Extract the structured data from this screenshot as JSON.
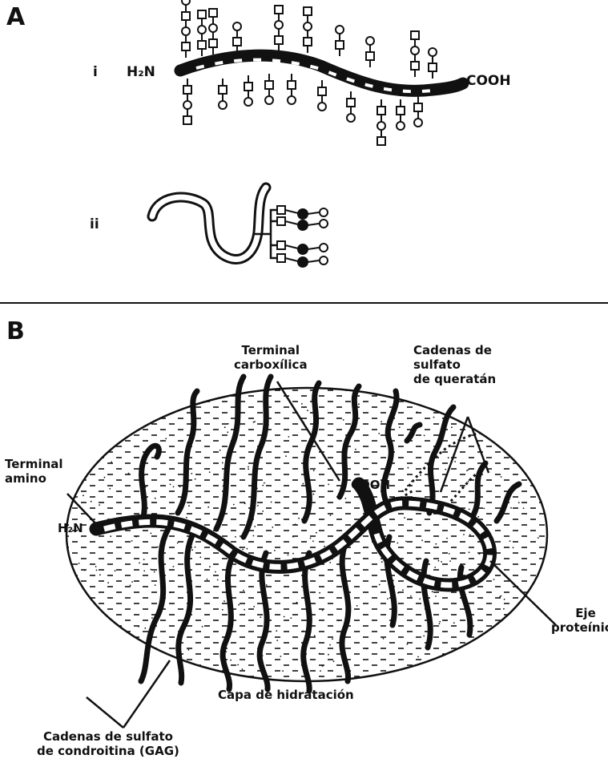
{
  "panel_a": {
    "letter": "A",
    "row_i": {
      "roman": "i",
      "left_label": "H₂N",
      "right_label": "COOH"
    },
    "row_ii": {
      "roman": "ii"
    }
  },
  "panel_b": {
    "letter": "B",
    "labels": {
      "carboxyl": [
        "Terminal",
        "carboxílica"
      ],
      "keratan": [
        "Cadenas de",
        "sulfato",
        "de queratán"
      ],
      "amino": [
        "Terminal",
        "amino"
      ],
      "cooh": "COOH",
      "h2n": "H₂N",
      "core": [
        "Eje",
        "proteínico"
      ],
      "hydration": "Capa de hidratación",
      "chondroitin": [
        "Cadenas de sulfato",
        "de condroitina (GAG)"
      ]
    }
  },
  "colors": {
    "ink": "#111111",
    "background": "#ffffff"
  }
}
